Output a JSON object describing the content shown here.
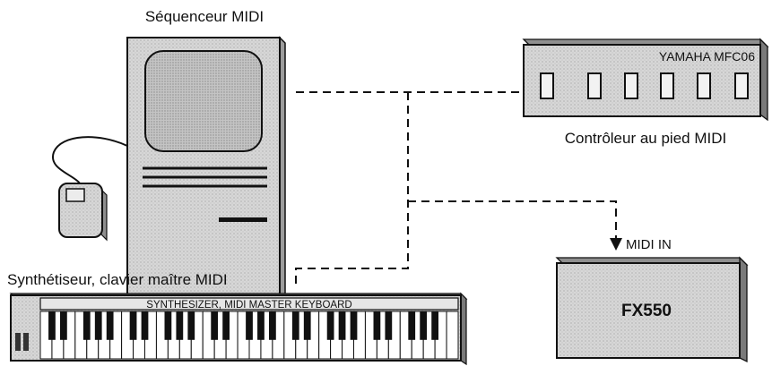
{
  "labels": {
    "sequencer": "Séquenceur MIDI",
    "foot_controller_brand": "YAMAHA MFC06",
    "foot_controller": "Contrôleur au pied MIDI",
    "synth": "Synthétiseur, clavier maître MIDI",
    "synth_panel": "SYNTHESIZER, MIDI MASTER KEYBOARD",
    "midi_in": "MIDI IN",
    "fx_unit": "FX550"
  },
  "colors": {
    "line": "#111111",
    "device_fill": "#e4e4e4",
    "panel_fill": "#cfcfcf",
    "screen_fill": "#b8b8b8"
  }
}
